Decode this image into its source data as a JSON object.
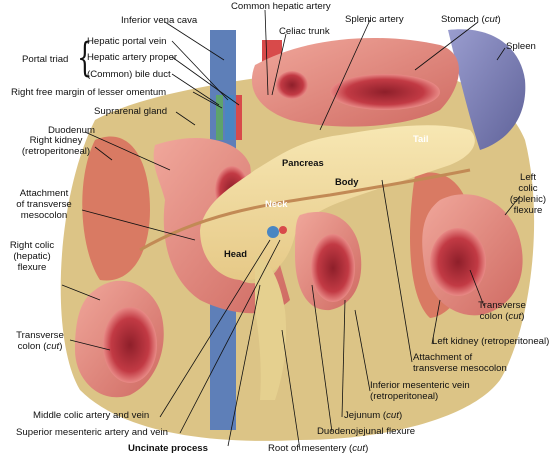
{
  "labels": {
    "inferior_vena_cava": "Inferior vena cava",
    "common_hepatic_artery": "Common hepatic artery",
    "celiac_trunk": "Celiac trunk",
    "splenic_artery": "Splenic artery",
    "stomach_a": "Stomach (",
    "stomach_cut": "cut",
    "stomach_b": ")",
    "spleen": "Spleen",
    "portal_triad": "Portal triad",
    "hepatic_portal_vein": "Hepatic portal vein",
    "hepatic_artery_proper": "Hepatic artery proper",
    "common_bile_duct": "(Common) bile duct",
    "right_free_margin": "Right free margin of lesser omentum",
    "suprarenal_gland": "Suprarenal gland",
    "duodenum": "Duodenum",
    "right_kidney_1": "Right kidney",
    "right_kidney_2": "(retroperitoneal)",
    "attach_tm_left_1": "Attachment",
    "attach_tm_left_2": "of transverse",
    "attach_tm_left_3": "mesocolon",
    "right_colic_1": "Right colic",
    "right_colic_2": "(hepatic)",
    "right_colic_3": "flexure",
    "transverse_colon_left_1": "Transverse",
    "transverse_colon_left_2a": "colon (",
    "transverse_colon_left_cut": "cut",
    "transverse_colon_left_2b": ")",
    "middle_colic": "Middle colic artery and vein",
    "superior_mesenteric": "Superior mesenteric artery and vein",
    "uncinate_process": "Uncinate process",
    "root_mesentery_a": "Root of mesentery (",
    "root_mesentery_cut": "cut",
    "root_mesentery_b": ")",
    "duodenojejunal": "Duodenojejunal flexure",
    "jejunum_a": "Jejunum (",
    "jejunum_cut": "cut",
    "jejunum_b": ")",
    "inferior_mesenteric_1": "Inferior mesenteric vein",
    "inferior_mesenteric_2": "(retroperitoneal)",
    "attach_tm_right_1": "Attachment of",
    "attach_tm_right_2": "transverse mesocolon",
    "left_kidney": "Left kidney (retroperitoneal)",
    "transverse_colon_right_1": "Transverse",
    "transverse_colon_right_2a": "colon (",
    "transverse_colon_right_cut": "cut",
    "transverse_colon_right_2b": ")",
    "left_colic_1": "Left",
    "left_colic_2": "colic",
    "left_colic_3": "(splenic)",
    "left_colic_4": "flexure",
    "pancreas": "Pancreas",
    "body": "Body",
    "tail": "Tail",
    "neck": "Neck",
    "head": "Head"
  },
  "colors": {
    "pancreas": "#f2dc9a",
    "intestine": "#e58a80",
    "intestine_dark": "#c9564f",
    "lumen": "#b8323a",
    "fat": "#e8c35a",
    "retroperitoneum": "#d9c27e",
    "kidney": "#d97a63",
    "spleen": "#7f82b8",
    "vena_cava": "#5e7fb8",
    "artery": "#d84a4a",
    "bile_duct": "#5ea36b",
    "portal_vein": "#4a86c2"
  }
}
